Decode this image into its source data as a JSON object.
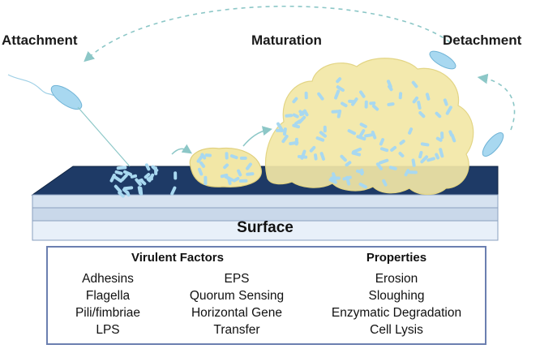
{
  "stages": {
    "attachment": "Attachment",
    "maturation": "Maturation",
    "detachment": "Detachment"
  },
  "surface_label": "Surface",
  "virulent_factors": {
    "heading": "Virulent Factors",
    "left": [
      "Adhesins",
      "Flagella",
      "Pili/fimbriae",
      "LPS"
    ],
    "right": [
      "EPS",
      "Quorum Sensing",
      "Horizontal Gene",
      "Transfer"
    ]
  },
  "properties": {
    "heading": "Properties",
    "items": [
      "Erosion",
      "Sloughing",
      "Enzymatic Degradation",
      "Cell Lysis"
    ]
  },
  "colors": {
    "surface_top": "#1e3a66",
    "surface_side": "#d6e2f0",
    "biofilm": "#f2e7a6",
    "bacteria": "#a8d8f0",
    "arrow": "#8cc7c7",
    "box_border": "#6b7fb0"
  }
}
